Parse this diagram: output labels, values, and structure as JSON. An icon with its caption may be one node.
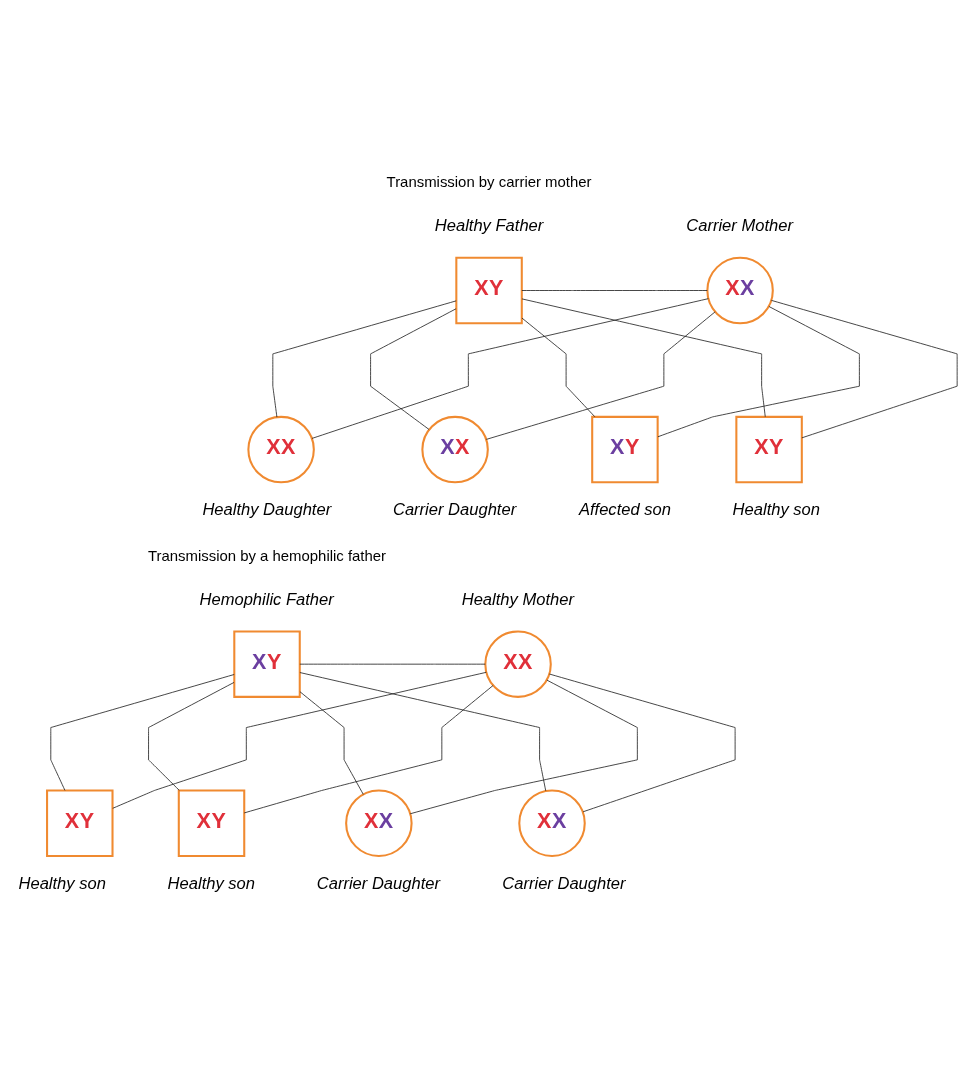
{
  "diagram": {
    "nodes": [
      {
        "text": [
          "XY"
        ],
        "beside": [
          "Healthy Father"
        ]
      },
      {
        "text": [
          "XX"
        ],
        "beside": [
          "Carrier Mother"
        ]
      },
      {
        "text": [
          "XX"
        ],
        "beside": [
          "Healthy Daughter"
        ]
      },
      {
        "text": [
          "XX"
        ],
        "beside": [
          "Carrier Daughter"
        ]
      },
      {
        "text": [
          "XY"
        ],
        "beside": [
          "Affected son"
        ]
      },
      {
        "text": [
          "XY"
        ],
        "beside": [
          "Healthy son"
        ]
      },
      {
        "text": [
          "XY"
        ],
        "beside": [
          "Hemophilic Father"
        ]
      },
      {
        "text": [
          "XX"
        ],
        "beside": [
          "Healthy Mother"
        ]
      },
      {
        "text": [
          "XY"
        ],
        "beside": [
          "Healthy son"
        ]
      },
      {
        "text": [
          "XY"
        ],
        "beside": [
          "Healthy son"
        ]
      },
      {
        "text": [
          "XX"
        ],
        "beside": [
          "Carrier Daughter"
        ]
      },
      {
        "text": [
          "XX"
        ],
        "beside": [
          "Carrier Daughter"
        ]
      }
    ],
    "edges": [
      {
        "from": 0,
        "to": 1,
        "arrow": "none"
      },
      {
        "from": 0,
        "to": 2,
        "arrow": "none"
      },
      {
        "from": 0,
        "to": 3,
        "arrow": "none"
      },
      {
        "from": 0,
        "to": 4,
        "arrow": "none"
      },
      {
        "from": 0,
        "to": 5,
        "arrow": "none"
      },
      {
        "from": 1,
        "to": 2,
        "arrow": "none"
      },
      {
        "from": 1,
        "to": 3,
        "arrow": "none"
      },
      {
        "from": 1,
        "to": 4,
        "arrow": "none"
      },
      {
        "from": 1,
        "to": 5,
        "arrow": "none"
      },
      {
        "from": 6,
        "to": 7,
        "arrow": "none"
      },
      {
        "from": 6,
        "to": 8,
        "arrow": "none"
      },
      {
        "from": 6,
        "to": 9,
        "arrow": "none"
      },
      {
        "from": 6,
        "to": 10,
        "arrow": "none"
      },
      {
        "from": 6,
        "to": 11,
        "arrow": "none"
      },
      {
        "from": 7,
        "to": 8,
        "arrow": "none"
      },
      {
        "from": 7,
        "to": 9,
        "arrow": "none"
      },
      {
        "from": 7,
        "to": 10,
        "arrow": "none"
      },
      {
        "from": 7,
        "to": 11,
        "arrow": "none"
      }
    ],
    "labels": [
      "Transmission by carrier mother",
      "Transmission by a hemophilic father"
    ]
  }
}
